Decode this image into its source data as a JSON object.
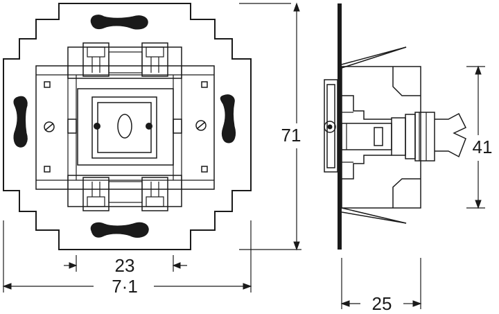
{
  "dimensions": {
    "front_height": "71",
    "front_width": "7·1",
    "inner_width": "23",
    "side_height": "41",
    "side_depth": "25"
  }
}
